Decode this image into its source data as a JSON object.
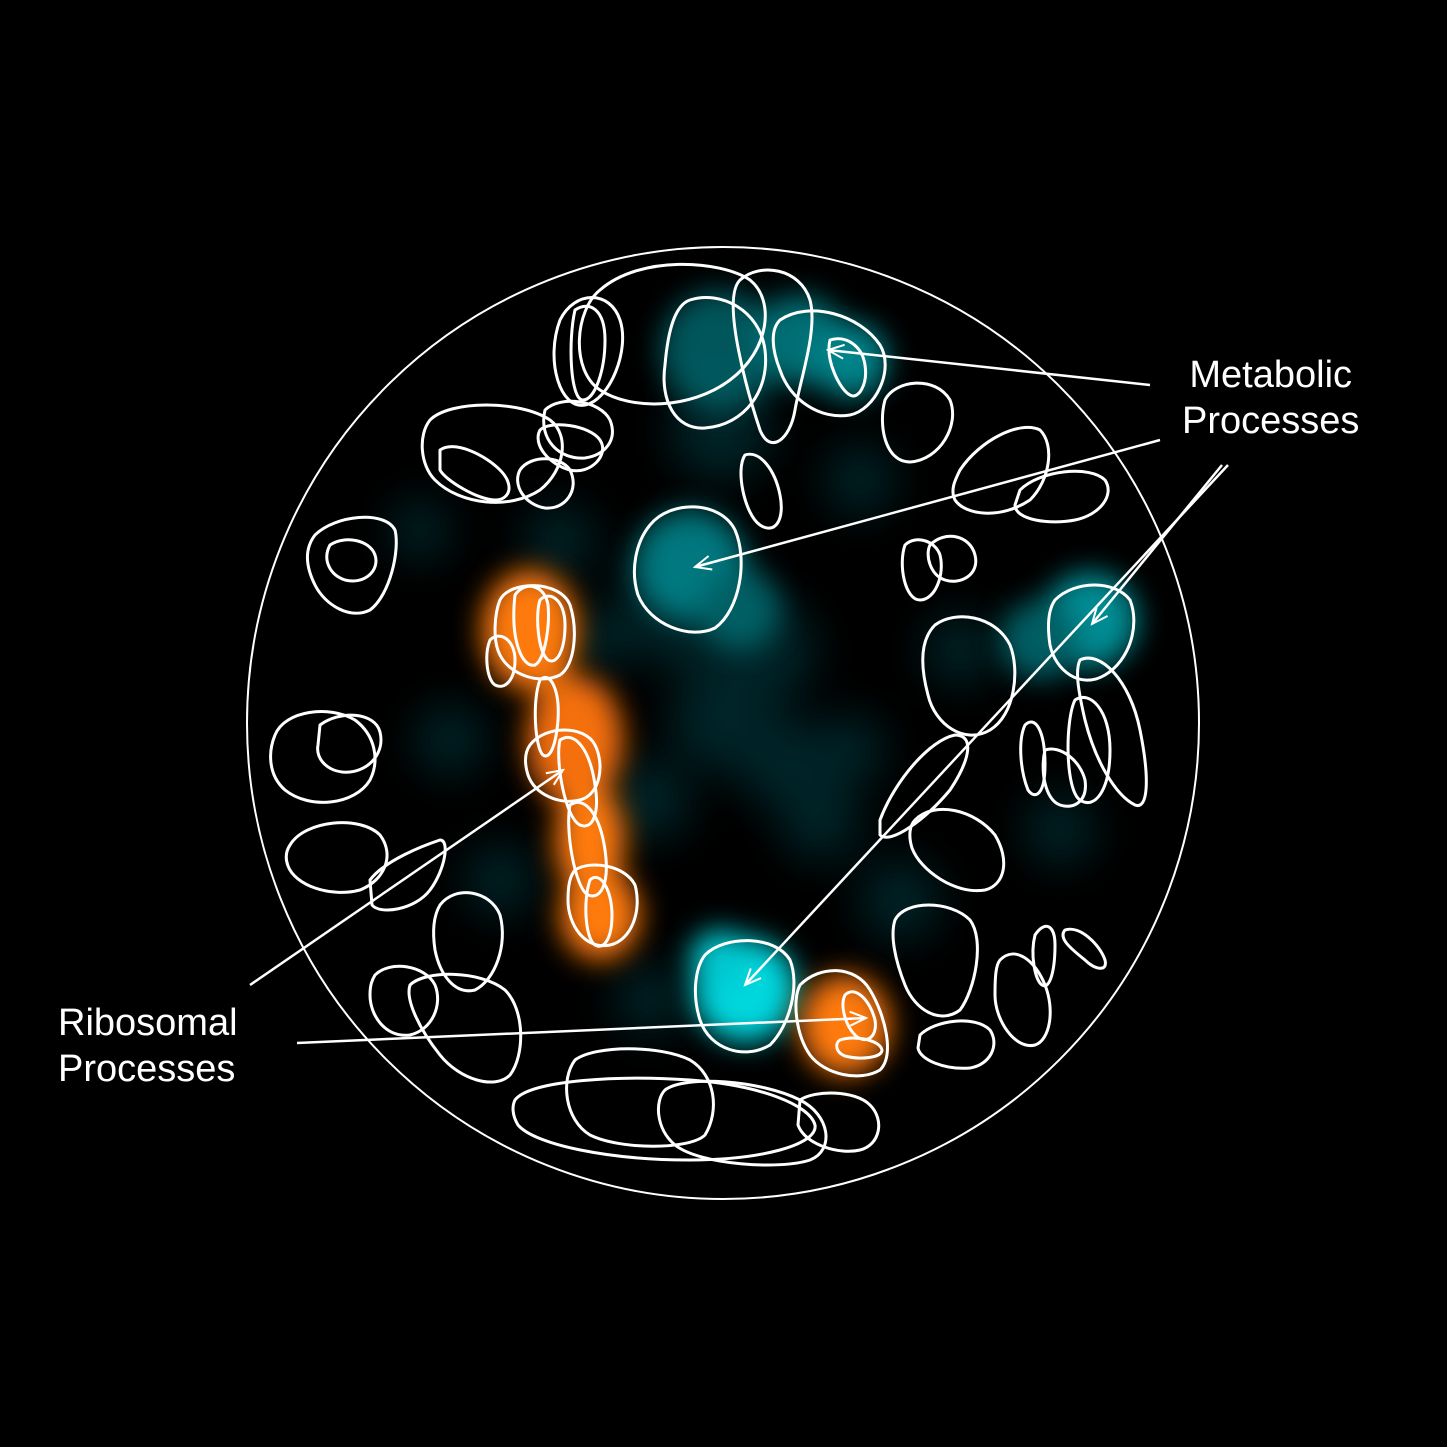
{
  "labels": {
    "metabolic": {
      "line1": "Metabolic",
      "line2": "Processes"
    },
    "ribosomal": {
      "line1": "Ribosomal",
      "line2": "Processes"
    }
  },
  "colors": {
    "background": "#000000",
    "outline": "#ffffff",
    "metabolic": "#00bcc4",
    "ribosomal": "#ff7a0a"
  }
}
